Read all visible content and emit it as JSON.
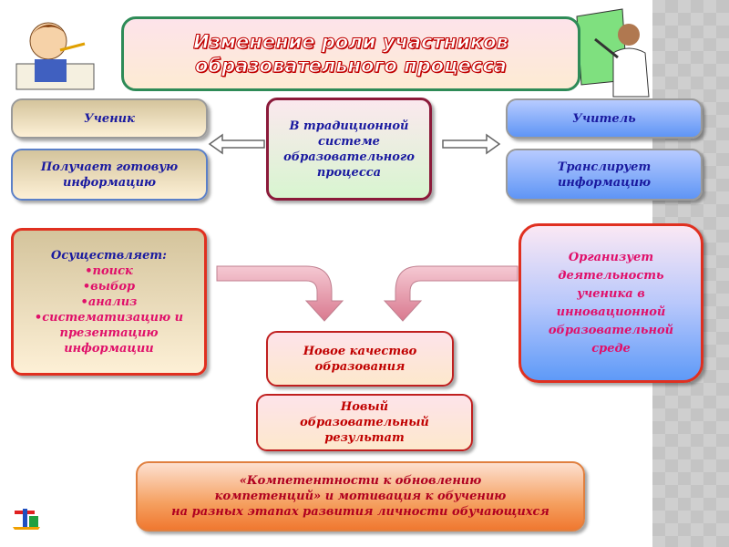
{
  "title": {
    "line1": "Изменение роли участников",
    "line2": "образовательного процесса"
  },
  "student": {
    "label": "Ученик",
    "action": "Получает готовую информацию"
  },
  "center": {
    "text": "В традиционной системе образовательного процесса"
  },
  "teacher": {
    "label": "Учитель",
    "action": "Транслирует информацию"
  },
  "student_new": {
    "heading": "Осуществляет:",
    "items": [
      "•поиск",
      "•выбор",
      "•анализ",
      "•систематизацию и презентацию информации"
    ]
  },
  "teacher_new": {
    "text": "Организует деятельность ученика в инновационной образовательной среде"
  },
  "quality": {
    "text": "Новое качество образования"
  },
  "result": {
    "text": "Новый образовательный результат"
  },
  "bottom": {
    "line1": "«Компетентности к обновлению",
    "line2": "компетенций» и мотивация к обучению",
    "line3": "на разных этапах развития личности обучающихся"
  },
  "colors": {
    "title_border": "#2e8b57",
    "title_text": "#c00000",
    "box_red_border": "#e03020",
    "text_blue": "#1a1aa0",
    "text_pink": "#e0106a"
  }
}
